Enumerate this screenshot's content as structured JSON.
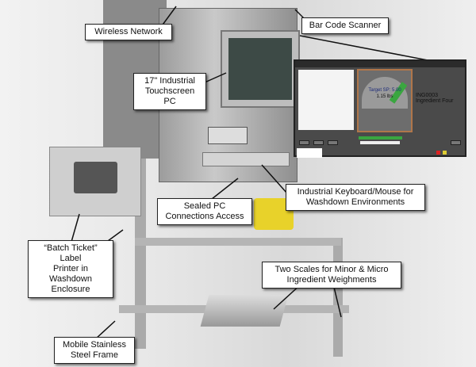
{
  "callouts": {
    "wireless": "Wireless Network",
    "scanner": "Bar Code Scanner",
    "touchscreen": "17\" Industrial\nTouchscreen PC",
    "keyboard": "Industrial Keyboard/Mouse for\nWashdown Environments",
    "connections": "Sealed PC\nConnections Access",
    "printer": "“Batch Ticket” Label\nPrinter in Washdown\nEnclosure",
    "scales": "Two Scales for Minor & Micro\nIngredient Weighments",
    "frame": "Mobile Stainless\nSteel Frame"
  },
  "screen_inset": {
    "target": "Target SP: 5.00",
    "weight": "1.15 lbs",
    "ingredient_code": "ING0003",
    "ingredient_name": "Ingredient Four",
    "accent": "#3aa640",
    "gauge_border": "#b0764a"
  }
}
